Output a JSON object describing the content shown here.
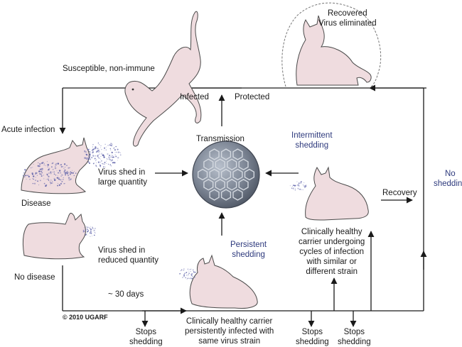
{
  "labels": {
    "recovered": [
      "Recovered",
      "Virus eliminated"
    ],
    "susceptible": "Susceptible, non-immune",
    "infected": "Infected",
    "protected": "Protected",
    "acute_infection": "Acute infection",
    "transmission": "Transmission",
    "intermittent_shedding": [
      "Intermittent",
      "shedding"
    ],
    "no_shedding": [
      "No",
      "shedding"
    ],
    "virus_shed_large": [
      "Virus shed in",
      "large quantity"
    ],
    "disease": "Disease",
    "recovery": "Recovery",
    "carrier_cycles": [
      "Clinically healthy",
      "carrier undergoing",
      "cycles of infection",
      "with similar or",
      "different strain"
    ],
    "persistent_shedding": [
      "Persistent",
      "shedding"
    ],
    "virus_shed_reduced": [
      "Virus shed in",
      "reduced quantity"
    ],
    "no_disease": "No disease",
    "thirty_days": "~ 30 days",
    "copyright": "© 2010 UGARF",
    "stops_shedding_1": [
      "Stops",
      "shedding"
    ],
    "carrier_persistent": [
      "Clinically healthy carrier",
      "persistently infected with",
      "same virus strain"
    ],
    "stops_shedding_2": [
      "Stops",
      "shedding"
    ],
    "stops_shedding_3": [
      "Stops",
      "shedding"
    ]
  },
  "colors": {
    "cat_fill": "#efdcdf",
    "cat_stroke": "#4a4a4a",
    "virus_spray": "#5b5fa8",
    "virion_fill": "#7e8796",
    "blue_text": "#2e3a7d",
    "arrow": "#1a1a1a"
  },
  "icons": {
    "cats": [
      "jumping-cat-icon",
      "recovered-cat-icon",
      "diseased-cat-icon",
      "sneezing-cat-icon",
      "persistent-carrier-cat-icon",
      "intermittent-carrier-cat-icon"
    ],
    "virus": "calicivirus-virion-icon"
  }
}
